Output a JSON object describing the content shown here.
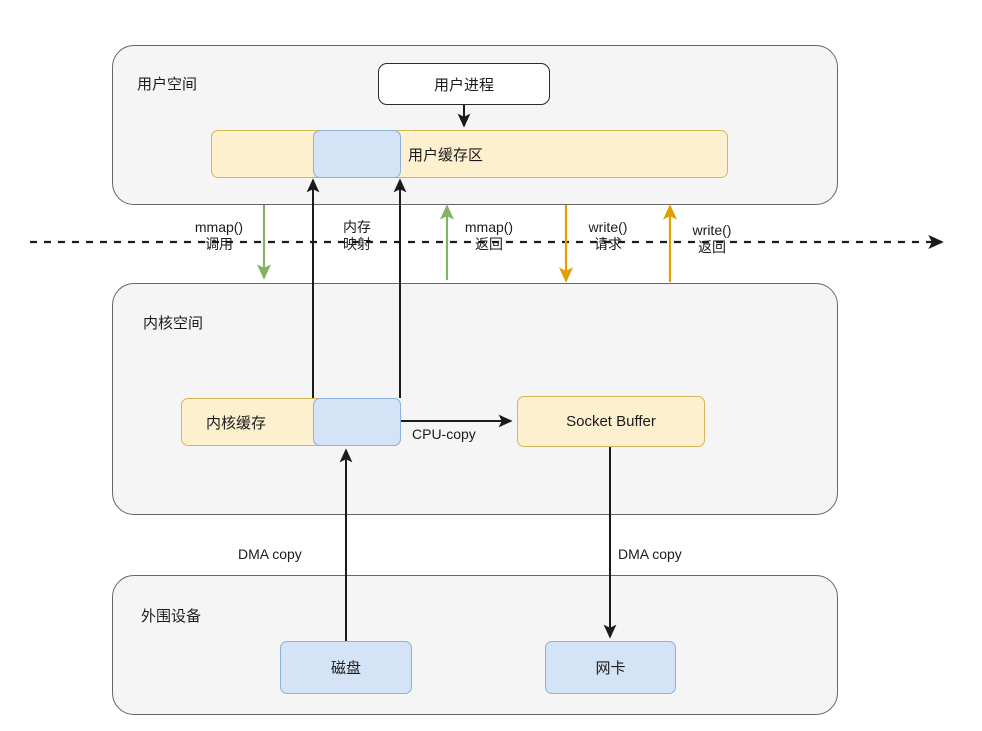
{
  "diagram": {
    "title": "mmap + write zero-copy data flow",
    "colors": {
      "lane_fill": "#f5f5f5",
      "lane_stroke": "#666666",
      "yellow_fill": "#fdf0ce",
      "yellow_stroke": "#d6b656",
      "blue_fill": "#d5e3f7",
      "blue_stroke": "#8ab1e0",
      "black_arrow": "#1b1b1b",
      "green_arrow": "#82b366",
      "orange_arrow": "#e0a000",
      "boundary_dash": "#1b1b1b"
    }
  },
  "lanes": [
    {
      "id": "user-space",
      "label": "用户空间"
    },
    {
      "id": "kernel-space",
      "label": "内核空间"
    },
    {
      "id": "peripheral",
      "label": "外围设备"
    }
  ],
  "nodes": {
    "user_process": "用户进程",
    "user_buffer": "用户缓存区",
    "user_mapped": "",
    "kernel_buffer": "内核缓存",
    "kernel_mapped": "",
    "socket_buffer": "Socket Buffer",
    "disk": "磁盘",
    "nic": "网卡"
  },
  "boundary_labels": [
    {
      "id": "mmap-call",
      "line1": "mmap()",
      "line2": "调用"
    },
    {
      "id": "mem-map",
      "line1": "内存",
      "line2": "映射"
    },
    {
      "id": "mmap-return",
      "line1": "mmap()",
      "line2": "返回"
    },
    {
      "id": "write-req",
      "line1": "write()",
      "line2": "请求"
    },
    {
      "id": "write-return",
      "line1": "write()",
      "line2": "返回"
    }
  ],
  "edge_labels": {
    "cpu_copy": "CPU-copy",
    "dma_copy_left": "DMA copy",
    "dma_copy_right": "DMA copy"
  },
  "arrows": [
    {
      "id": "user-process-to-buffer",
      "color": "#1b1b1b",
      "direction": "down"
    },
    {
      "id": "kernel-mapped-to-user-mapped-left",
      "color": "#1b1b1b",
      "direction": "up"
    },
    {
      "id": "kernel-mapped-to-user-mapped-right",
      "color": "#1b1b1b",
      "direction": "up"
    },
    {
      "id": "mmap-call-arrow",
      "color": "#82b366",
      "direction": "down"
    },
    {
      "id": "mmap-return-arrow",
      "color": "#82b366",
      "direction": "up"
    },
    {
      "id": "write-request-arrow",
      "color": "#e0a000",
      "direction": "down"
    },
    {
      "id": "write-return-arrow",
      "color": "#e0a000",
      "direction": "up"
    },
    {
      "id": "kernel-to-socket-cpu-copy",
      "color": "#1b1b1b",
      "direction": "right"
    },
    {
      "id": "disk-to-kernel-dma",
      "color": "#1b1b1b",
      "direction": "up"
    },
    {
      "id": "socket-to-nic-dma",
      "color": "#1b1b1b",
      "direction": "down"
    },
    {
      "id": "user-kernel-boundary",
      "color": "#1b1b1b",
      "direction": "right",
      "style": "dashed"
    }
  ]
}
